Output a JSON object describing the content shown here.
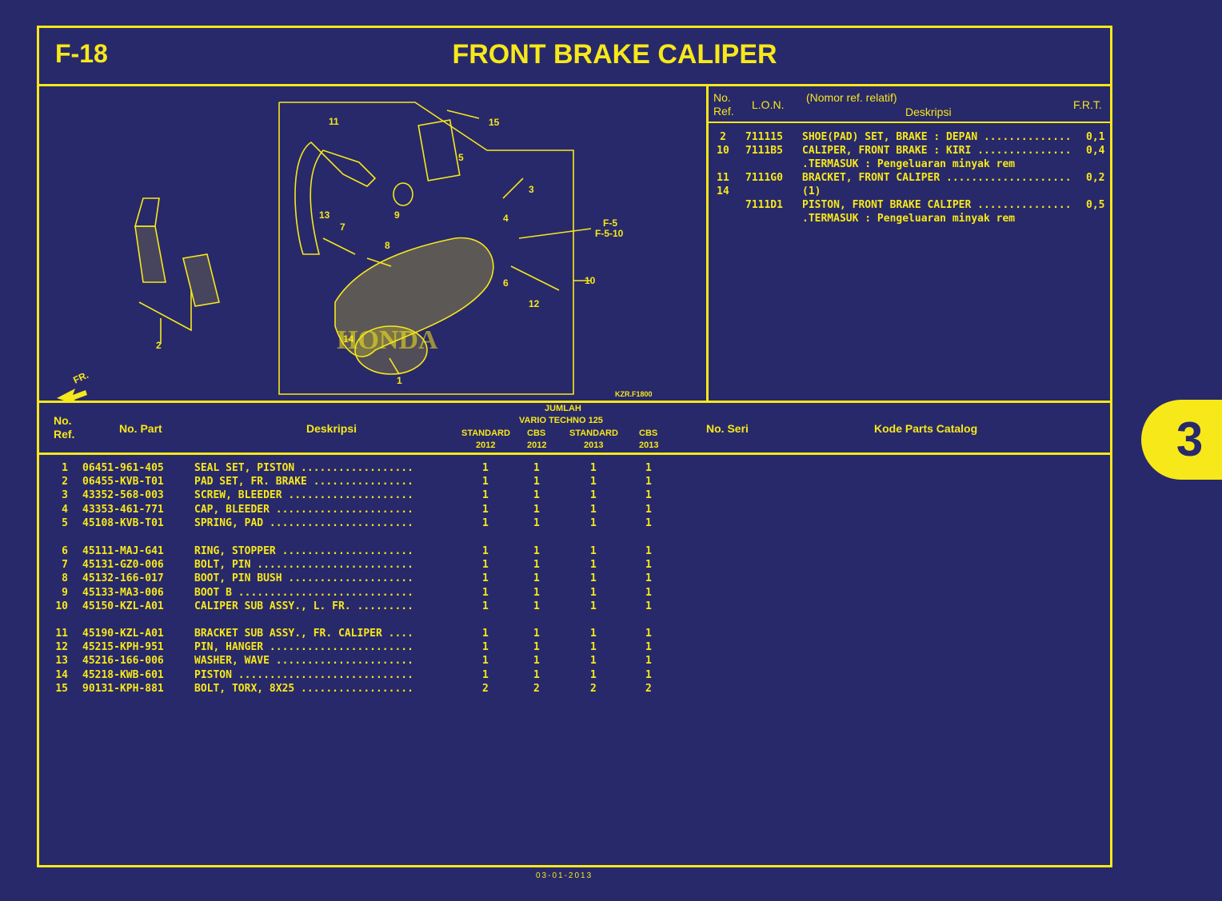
{
  "header": {
    "code": "F-18",
    "title": "FRONT BRAKE CALIPER"
  },
  "lon_table": {
    "headers": {
      "ref": "No.\nRef.",
      "lon": "L.O.N.",
      "note": "(Nomor ref. relatif)",
      "desc": "Deskripsi",
      "frt": "F.R.T."
    },
    "rows": [
      {
        "ref": "2",
        "lon": "711115",
        "desc": "SHOE(PAD) SET, BRAKE : DEPAN ..............",
        "frt": "0,1"
      },
      {
        "ref": "10",
        "lon": "7111B5",
        "desc": "CALIPER, FRONT BRAKE : KIRI ...............",
        "frt": "0,4"
      },
      {
        "ref": "",
        "lon": "",
        "desc": ".TERMASUK : Pengeluaran minyak rem",
        "frt": ""
      },
      {
        "ref": "11",
        "lon": "7111G0",
        "desc": "BRACKET, FRONT CALIPER ....................",
        "frt": "0,2"
      },
      {
        "ref": "14",
        "lon": "",
        "desc": "(1)",
        "frt": ""
      },
      {
        "ref": "",
        "lon": "7111D1",
        "desc": "PISTON, FRONT BRAKE CALIPER ...............",
        "frt": "0,5"
      },
      {
        "ref": "",
        "lon": "",
        "desc": ".TERMASUK : Pengeluaran minyak rem",
        "frt": ""
      }
    ]
  },
  "diagram": {
    "ref_code": "KZR.F1800",
    "ref_labels": [
      "1",
      "2",
      "3",
      "4",
      "5",
      "6",
      "7",
      "8",
      "9",
      "10",
      "11",
      "12",
      "13",
      "14",
      "15"
    ],
    "ref_pages": [
      "F-5",
      "F-5-10"
    ],
    "direction": "FR.",
    "watermark": "HONDA"
  },
  "main_table": {
    "headers": {
      "ref": "No.\nRef.",
      "part": "No. Part",
      "desc": "Deskripsi",
      "jumlah": "JUMLAH",
      "model": "VARIO TECHNO 125",
      "cols": [
        {
          "name": "STANDARD",
          "year": "2012"
        },
        {
          "name": "CBS",
          "year": "2012"
        },
        {
          "name": "STANDARD",
          "year": "2013"
        },
        {
          "name": "CBS",
          "year": "2013"
        }
      ],
      "seri": "No. Seri",
      "kode": "Kode Parts Catalog"
    },
    "rows": [
      {
        "ref": "1",
        "part": "06451-961-405",
        "desc": "SEAL SET, PISTON ..................",
        "q": [
          "1",
          "1",
          "1",
          "1"
        ]
      },
      {
        "ref": "2",
        "part": "06455-KVB-T01",
        "desc": "PAD SET, FR. BRAKE ................",
        "q": [
          "1",
          "1",
          "1",
          "1"
        ]
      },
      {
        "ref": "3",
        "part": "43352-568-003",
        "desc": "SCREW, BLEEDER ....................",
        "q": [
          "1",
          "1",
          "1",
          "1"
        ]
      },
      {
        "ref": "4",
        "part": "43353-461-771",
        "desc": "CAP, BLEEDER ......................",
        "q": [
          "1",
          "1",
          "1",
          "1"
        ]
      },
      {
        "ref": "5",
        "part": "45108-KVB-T01",
        "desc": "SPRING, PAD .......................",
        "q": [
          "1",
          "1",
          "1",
          "1"
        ]
      },
      {
        "ref": "6",
        "part": "45111-MAJ-G41",
        "desc": "RING, STOPPER .....................",
        "q": [
          "1",
          "1",
          "1",
          "1"
        ]
      },
      {
        "ref": "7",
        "part": "45131-GZ0-006",
        "desc": "BOLT, PIN .........................",
        "q": [
          "1",
          "1",
          "1",
          "1"
        ]
      },
      {
        "ref": "8",
        "part": "45132-166-017",
        "desc": "BOOT, PIN BUSH ....................",
        "q": [
          "1",
          "1",
          "1",
          "1"
        ]
      },
      {
        "ref": "9",
        "part": "45133-MA3-006",
        "desc": "BOOT B ............................",
        "q": [
          "1",
          "1",
          "1",
          "1"
        ]
      },
      {
        "ref": "10",
        "part": "45150-KZL-A01",
        "desc": "CALIPER SUB ASSY., L. FR. .........",
        "q": [
          "1",
          "1",
          "1",
          "1"
        ]
      },
      {
        "ref": "11",
        "part": "45190-KZL-A01",
        "desc": "BRACKET SUB ASSY., FR. CALIPER ....",
        "q": [
          "1",
          "1",
          "1",
          "1"
        ]
      },
      {
        "ref": "12",
        "part": "45215-KPH-951",
        "desc": "PIN, HANGER .......................",
        "q": [
          "1",
          "1",
          "1",
          "1"
        ]
      },
      {
        "ref": "13",
        "part": "45216-166-006",
        "desc": "WASHER, WAVE ......................",
        "q": [
          "1",
          "1",
          "1",
          "1"
        ]
      },
      {
        "ref": "14",
        "part": "45218-KWB-601",
        "desc": "PISTON ............................",
        "q": [
          "1",
          "1",
          "1",
          "1"
        ]
      },
      {
        "ref": "15",
        "part": "90131-KPH-881",
        "desc": "BOLT, TORX, 8X25 ..................",
        "q": [
          "2",
          "2",
          "2",
          "2"
        ]
      }
    ]
  },
  "side_tab": "3",
  "footer": "03-01-2013"
}
